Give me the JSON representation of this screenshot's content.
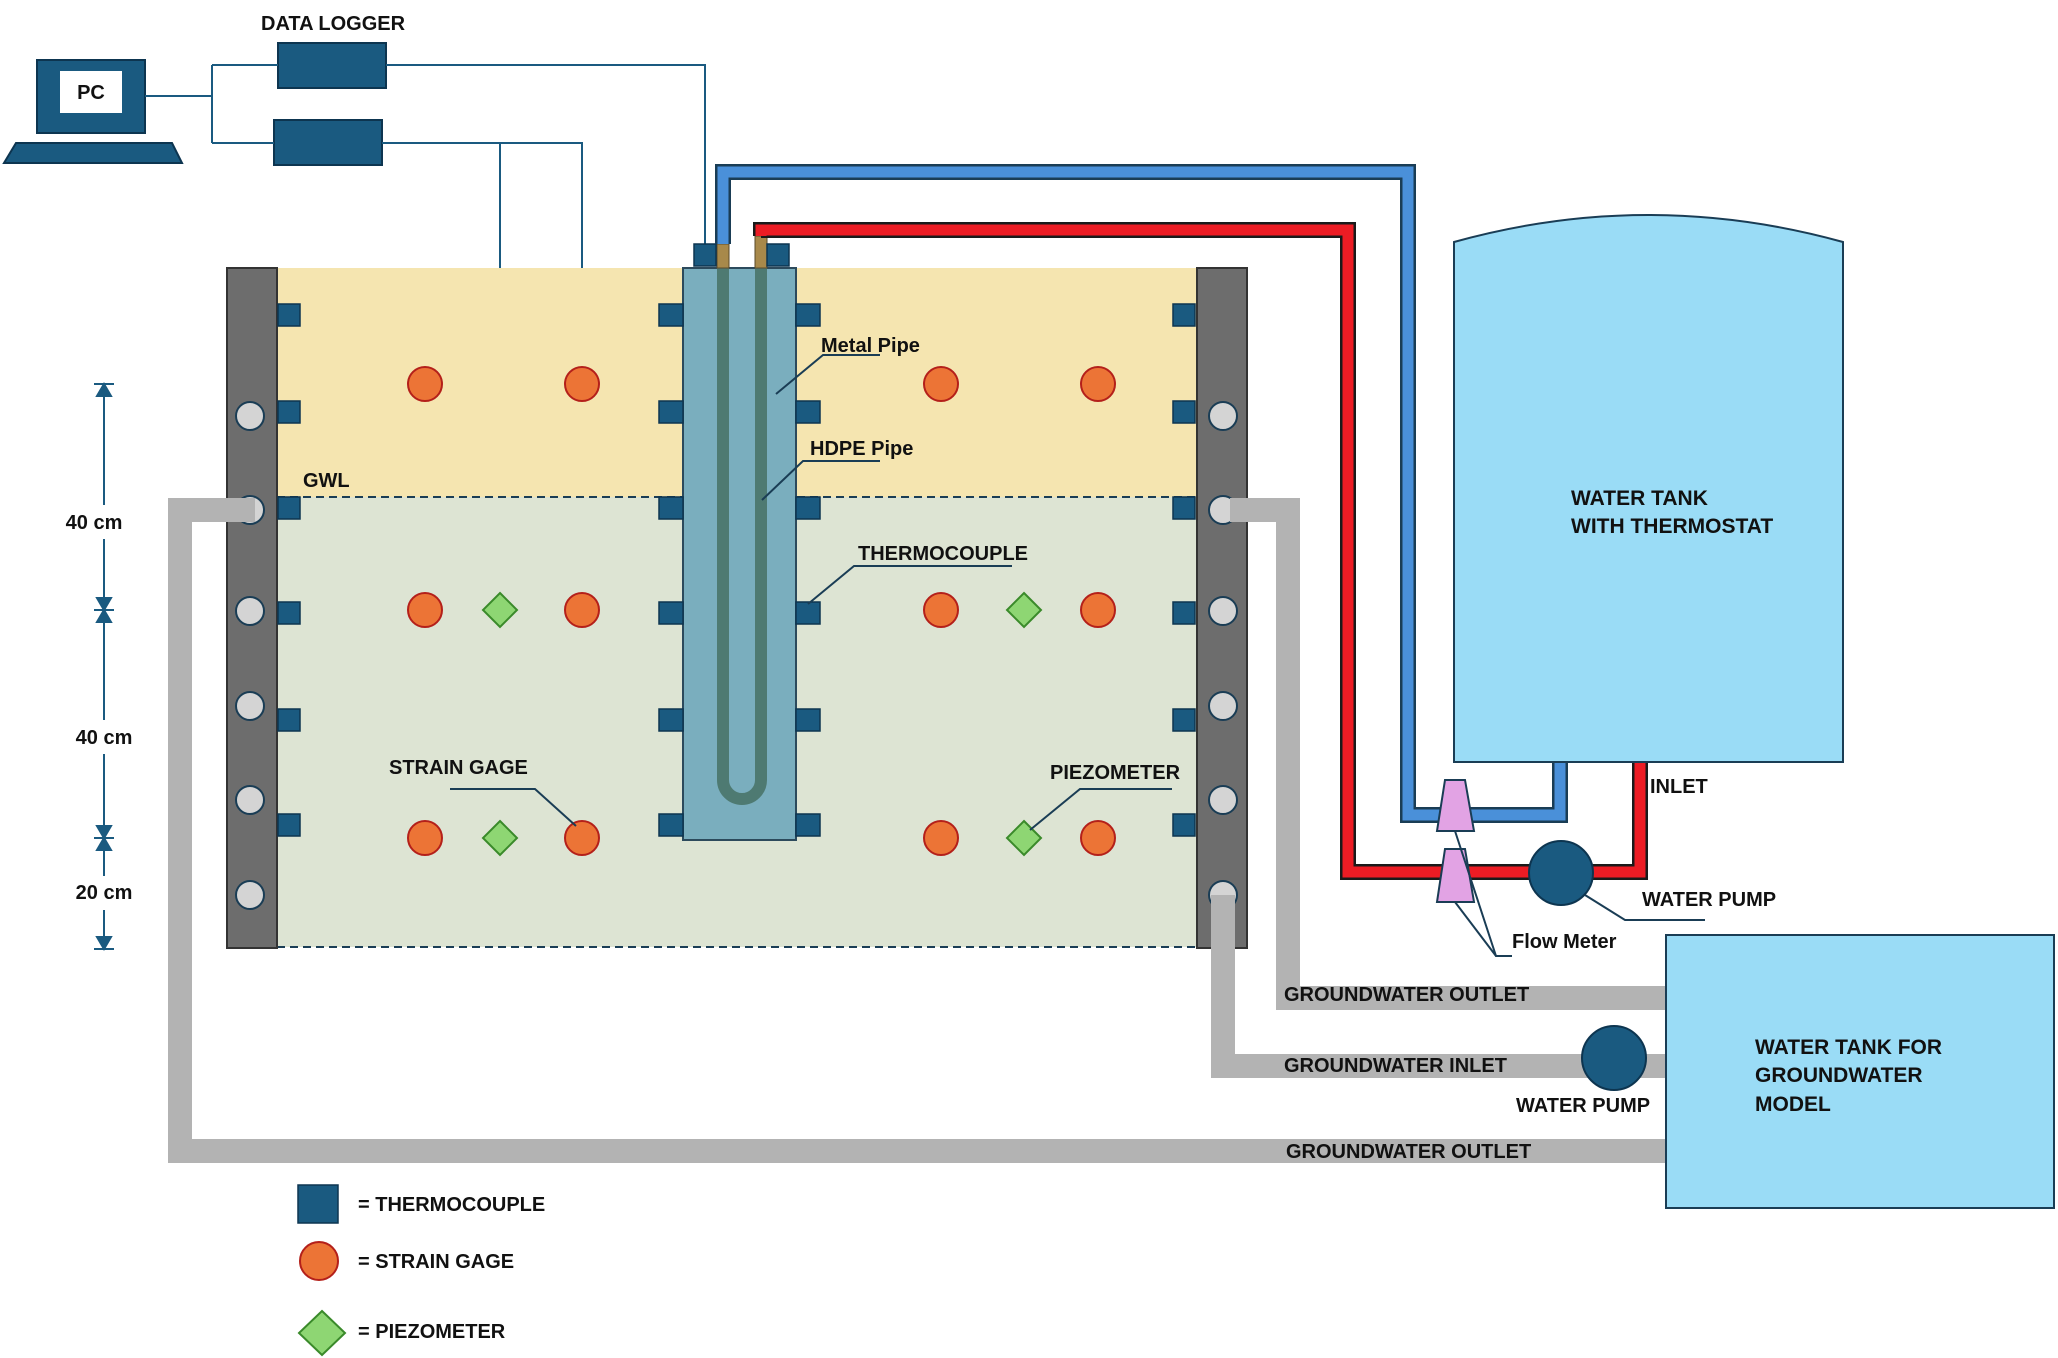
{
  "labels": {
    "pc": "PC",
    "data_logger": "DATA LOGGER",
    "metal_pipe": "Metal Pipe",
    "hdpe_pipe": "HDPE Pipe",
    "gwl": "GWL",
    "thermocouple": "THERMOCOUPLE",
    "strain_gage": "STRAIN GAGE",
    "piezometer": "PIEZOMETER",
    "water_tank_thermostat_line1": "WATER TANK",
    "water_tank_thermostat_line2": "WITH THERMOSTAT",
    "inlet": "INLET",
    "water_pump_upper": "WATER PUMP",
    "flow_meter": "Flow Meter",
    "groundwater_outlet_upper": "GROUNDWATER OUTLET",
    "groundwater_inlet": "GROUNDWATER INLET",
    "water_pump_lower": "WATER PUMP",
    "groundwater_outlet_lower": "GROUNDWATER OUTLET",
    "water_tank_groundwater_line1": "WATER TANK FOR",
    "water_tank_groundwater_line2": "GROUNDWATER",
    "water_tank_groundwater_line3": "MODEL",
    "dim_top": "40 cm",
    "dim_middle": "40 cm",
    "dim_bottom": "20 cm"
  },
  "legend": {
    "thermocouple": "= THERMOCOUPLE",
    "strain_gage": "= STRAIN GAGE",
    "piezometer": "= PIEZOMETER"
  },
  "colors": {
    "unsaturated_soil": "#f5e5b0",
    "saturated_soil": "#dde4d3",
    "side_wall": "#6d6d6d",
    "thermocouple": "#1a5a80",
    "strain_gage": "#ec7436",
    "piezometer": "#8ed673",
    "hot_pipe": "#ec1c24",
    "cold_pipe": "#4a90d9",
    "groundwater_pipe": "#b3b3b3",
    "water_tank": "#9adcf6",
    "metal_pipe": "#7aaebe",
    "flow_meter": "#e2a3e4",
    "pump": "#1a5a80"
  }
}
